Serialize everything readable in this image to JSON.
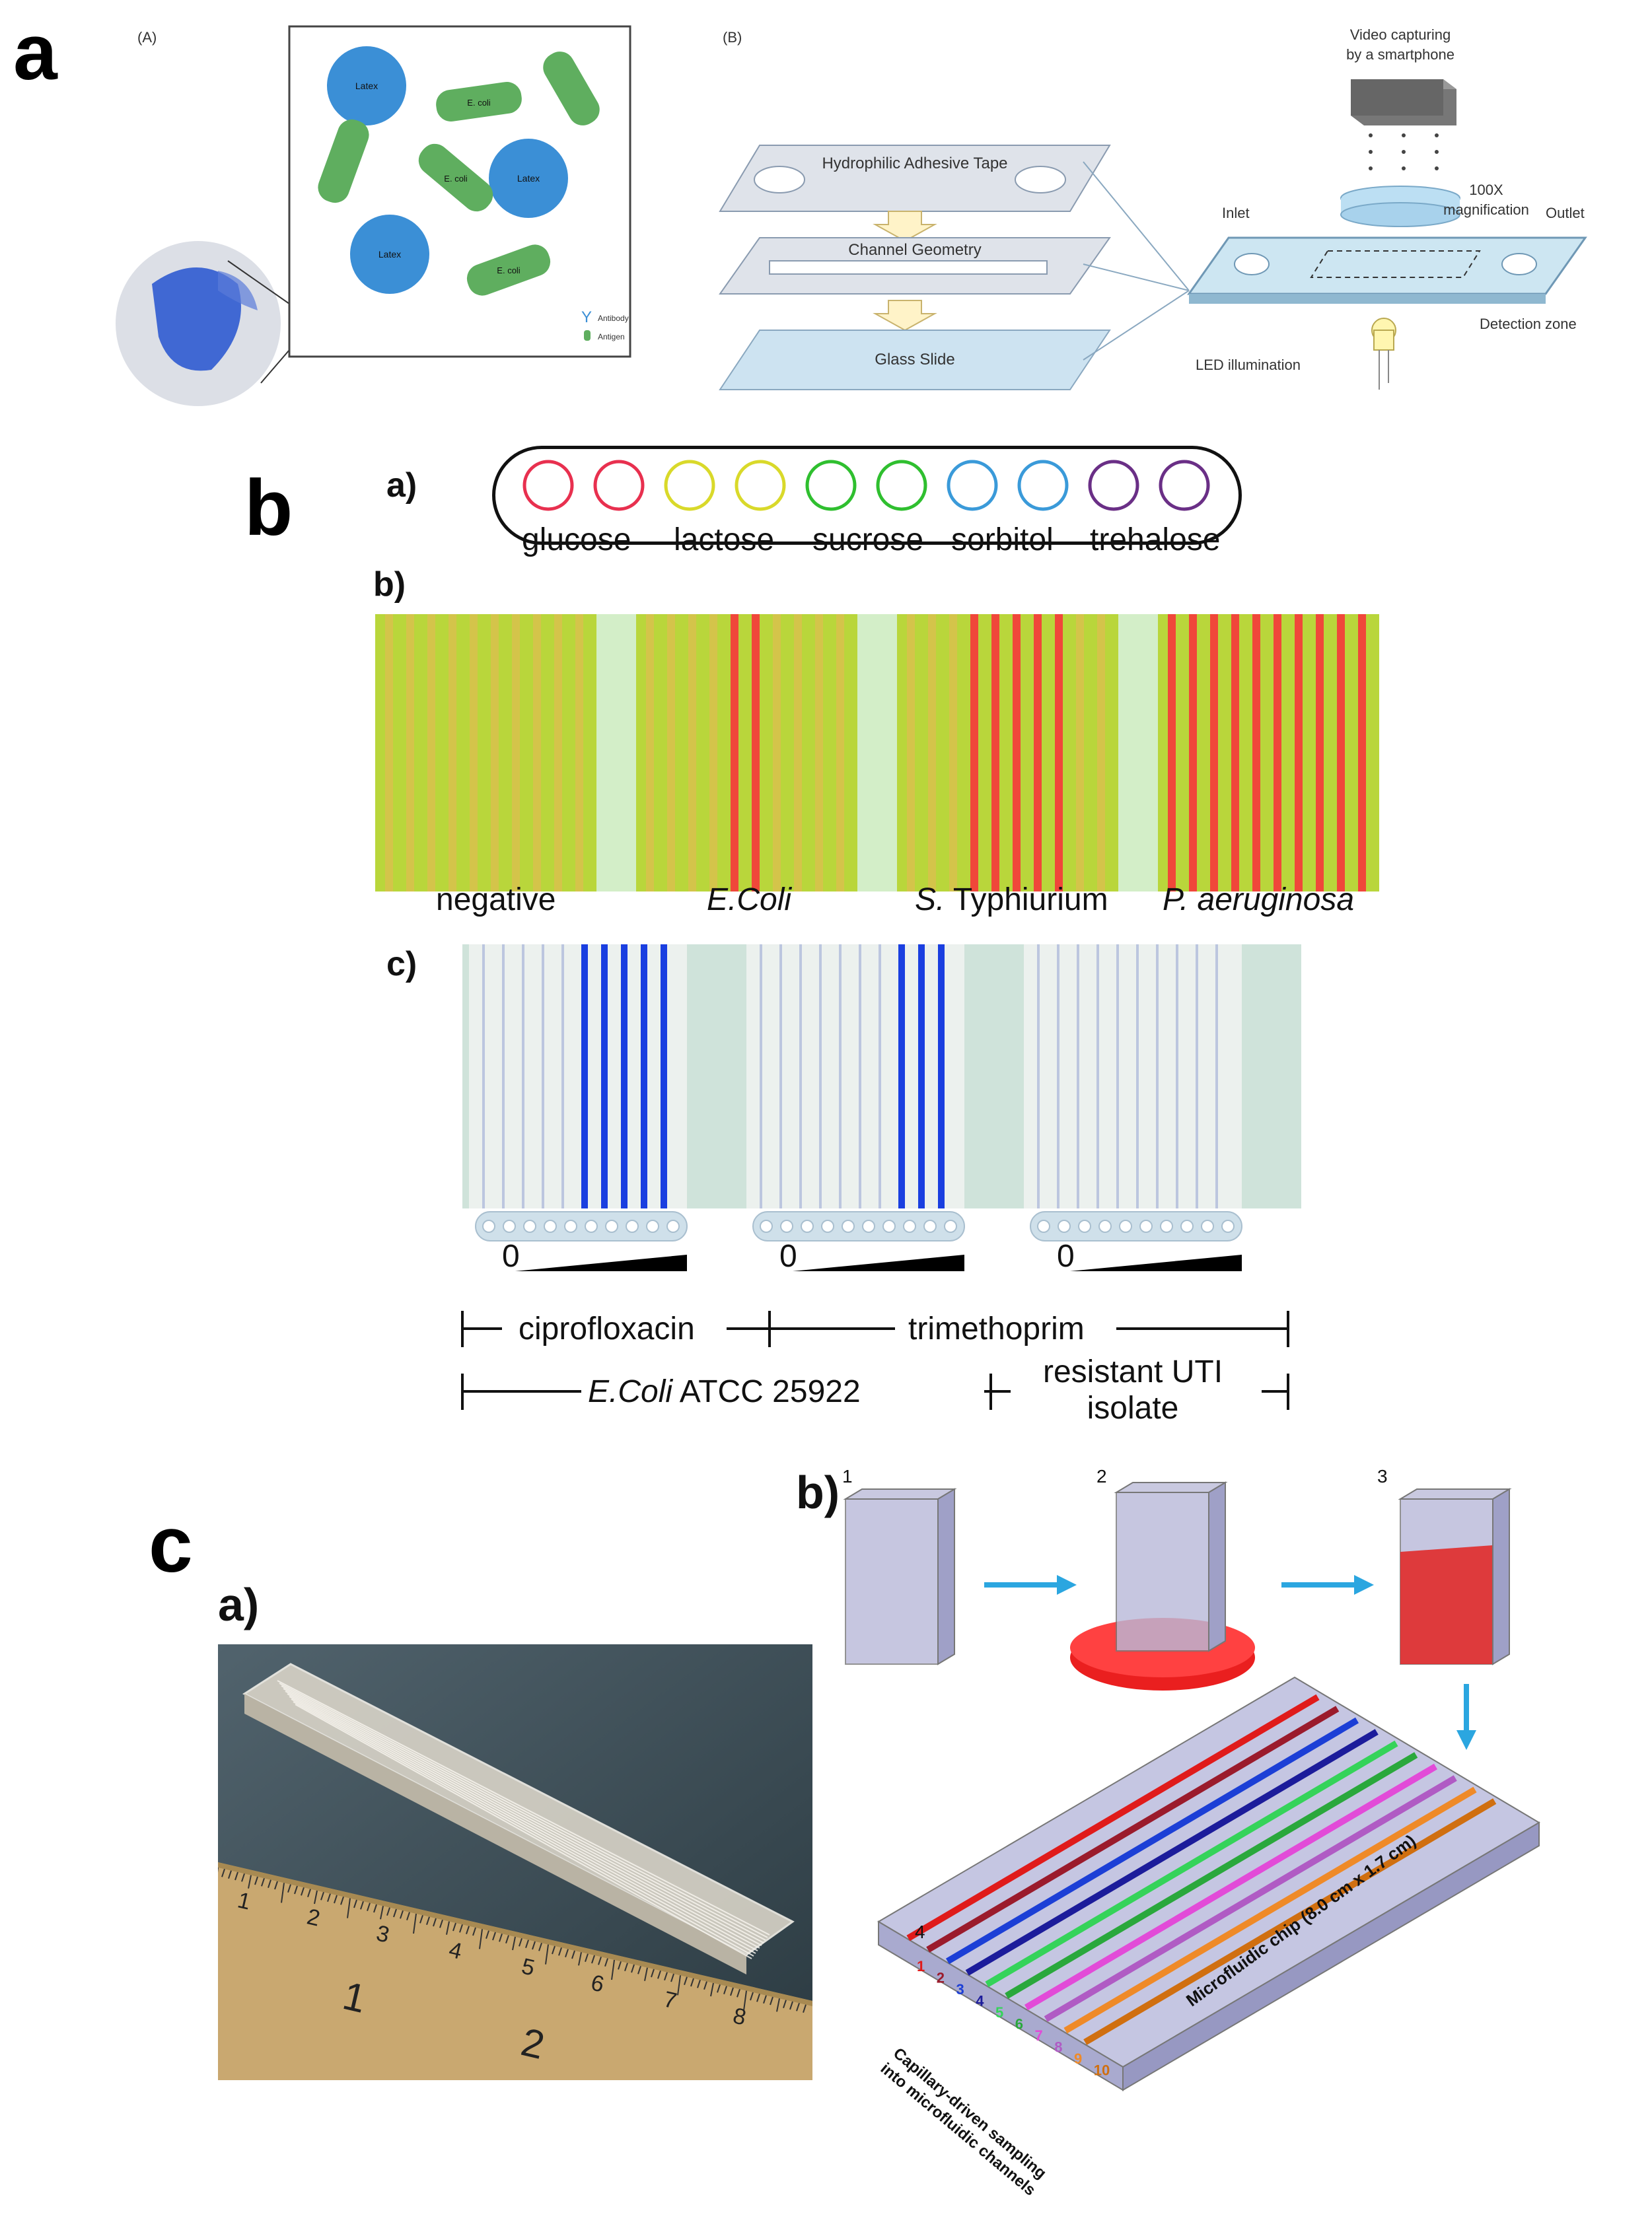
{
  "panels": {
    "a": {
      "letter": "a",
      "subA": "(A)",
      "subB": "(B)",
      "latex_label": "Latex",
      "ecoli_label": "E. coli",
      "legend": [
        "Antibody",
        "Antigen"
      ],
      "layers": [
        "Hydrophilic Adhesive Tape",
        "Channel Geometry",
        "Glass Slide"
      ],
      "video_label": [
        "Video capturing",
        "by a smartphone"
      ],
      "magnification": [
        "100X",
        "magnification"
      ],
      "inlet": "Inlet",
      "outlet": "Outlet",
      "detection": "Detection zone",
      "led": "LED illumination"
    },
    "b": {
      "letter": "b",
      "sub_a": "a)",
      "sub_b": "b)",
      "sub_c": "c)",
      "sugars": [
        "glucose",
        "lactose",
        "sucrose",
        "sorbitol",
        "trehalose"
      ],
      "sugar_colors": [
        "#e8304f",
        "#e8304f",
        "#d9d92a",
        "#d9d92a",
        "#2fbf2f",
        "#2fbf2f",
        "#3a9ad9",
        "#3a9ad9",
        "#6a2f86",
        "#6a2f86"
      ],
      "organisms": [
        {
          "italic": "",
          "normal": "negative"
        },
        {
          "italic": "E.Coli",
          "normal": ""
        },
        {
          "italic": "S.",
          "normal": " Typhiurium"
        },
        {
          "italic": "P. aeruginosa",
          "normal": ""
        }
      ],
      "zero": "0",
      "antibiotics": [
        "ciprofloxacin",
        "trimethoprim"
      ],
      "strain_italic": "E.Coli",
      "strain_rest": " ATCC 25922",
      "resistant": [
        "resistant UTI",
        "isolate"
      ]
    },
    "c": {
      "letter": "c",
      "sub_a": "a)",
      "sub_b": "b)",
      "steps": [
        "1",
        "2",
        "3",
        "4"
      ],
      "chip_label": "Microfluidic chip (8.0 cm x 1.7 cm)",
      "sampling_label": [
        "Capillary-driven sampling",
        "into microfluidic channels"
      ],
      "channel_numbers": [
        "1",
        "2",
        "3",
        "4",
        "5",
        "6",
        "7",
        "8",
        "9",
        "10"
      ],
      "channel_colors": [
        "#e01b1b",
        "#9b1b2c",
        "#1c3fd6",
        "#1c1c9b",
        "#35d35a",
        "#2aa83c",
        "#e24bd8",
        "#b05bc4",
        "#ef8a28",
        "#d06f10"
      ],
      "ruler_numbers": [
        "1",
        "2",
        "3",
        "4",
        "5",
        "6",
        "7",
        "8"
      ],
      "ruler_inches": [
        "1",
        "2"
      ]
    }
  }
}
